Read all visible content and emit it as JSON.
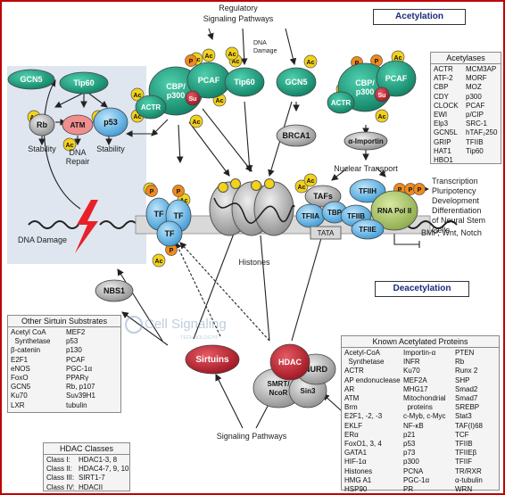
{
  "signaling_top": {
    "line1": "Regulatory",
    "line2": "Signaling Pathways"
  },
  "dna_damage_small": {
    "line1": "DNA",
    "line2": "Damage"
  },
  "section_acetylation": "Acetylation",
  "section_deacetylation": "Deacetylation",
  "nodes": {
    "gcn5": "GCN5",
    "tip60": "Tip60",
    "rb": "Rb",
    "atm": "ATM",
    "p53": "p53",
    "cbp": "CBP/\np300",
    "pcaf": "PCAF",
    "actr": "ACTR",
    "su": "Su",
    "brca1": "BRCA1",
    "importin": "α-Importin",
    "tf": "TF",
    "tafs": "TAFs",
    "tfiih": "TFIIH",
    "tfiia": "TFIIA",
    "tbp": "TBP",
    "tfiib": "TFIIB",
    "tfiie": "TFIIE",
    "rnapol": "RNA Pol II",
    "tata": "TATA",
    "nbs1": "NBS1",
    "sirtuins": "Sirtuins",
    "hdac": "HDAC",
    "nurd": "NURD",
    "smrt": "SMRT/\nNcoR",
    "sin3": "Sin3",
    "ac": "Ac",
    "p": "P"
  },
  "labels": {
    "stability1": "Stability",
    "dna_repair": "DNA\nRepair",
    "stability2": "Stability",
    "dna_damage": "DNA Damage",
    "histones": "Histones",
    "nuclear_transport": "Nuclear Transport",
    "transcription": "Transcription\nPluripotency\nDevelopment\nDifferentiation\nof Neural Stem Cells",
    "bmp": "BMP, Wnt, Notch",
    "signaling_bottom": "Signaling Pathways"
  },
  "watermark": {
    "title": "Cell Signaling",
    "subtitle": "TECHNOLOGY®"
  },
  "acetylases": {
    "title": "Acetylases",
    "col1": [
      "ACTR",
      "ATF-2",
      "CBP",
      "CDY",
      "CLOCK",
      "EWI",
      "Elp3",
      "GCN5L",
      "GRIP",
      "HAT1",
      "HBO1"
    ],
    "col2": [
      "MCM3AP",
      "MORF",
      "MOZ",
      "p300",
      "PCAF",
      "p/CIP",
      "SRC-1",
      "hTAF₂250",
      "TFIIB",
      "Tip60",
      ""
    ]
  },
  "sirtuin_substrates": {
    "title": "Other Sirtuin Substrates",
    "col1": [
      "Acetyl CoA",
      "  Synthetase",
      "β-catenin",
      "E2F1",
      "eNOS",
      "FoxO",
      "GCN5",
      "Ku70",
      "LXR"
    ],
    "col2": [
      "MEF2",
      "p53",
      "p130",
      "PCAF",
      "PGC-1α",
      "PPARγ",
      "Rb, p107",
      "Suv39H1",
      "tubulin"
    ]
  },
  "hdac_classes": {
    "title": "HDAC Classes",
    "rows": [
      [
        "Class I:",
        "HDAC1-3, 8"
      ],
      [
        "Class II:",
        "HDAC4-7, 9, 10"
      ],
      [
        "Class III:",
        "SIRT1-7"
      ],
      [
        "Class IV:",
        "HDACII"
      ]
    ]
  },
  "known_proteins": {
    "title": "Known Acetylated Proteins",
    "col1": [
      "Acetyl-CoA",
      "  Synthetase",
      "ACTR",
      "AP endonuclease",
      "AR",
      "ATM",
      "Brm",
      "E2F1, -2, -3",
      "EKLF",
      "ERα",
      "FoxO1, 3, 4",
      "GATA1",
      "HIF-1α",
      "Histones",
      "HMG A1",
      "HSP90"
    ],
    "col2": [
      "Importin-α",
      "INFR",
      "Ku70",
      "MEF2A",
      "MHG17",
      "Mitochondrial",
      "  proteins",
      "c-Myb, c-Myc",
      "NF-κB",
      "p21",
      "p53",
      "p73",
      "p300",
      "PCNA",
      "PGC-1α",
      "PR"
    ],
    "col3": [
      "PTEN",
      "Rb",
      "Runx 2",
      "SHP",
      "Smad2",
      "Smad7",
      "SREBP",
      "Stat3",
      "TAF(I)68",
      "TCF",
      "TFIIB",
      "TFIIEβ",
      "TFIIF",
      "TR/RXR",
      "α-tubulin",
      "WRN"
    ]
  },
  "colors": {
    "frame": "#c00000",
    "teal": "#1a9a7a",
    "blue": "#4aa6dc",
    "red_node": "#b81c2a",
    "ac": "#f2d21a",
    "p": "#f08a1a"
  }
}
